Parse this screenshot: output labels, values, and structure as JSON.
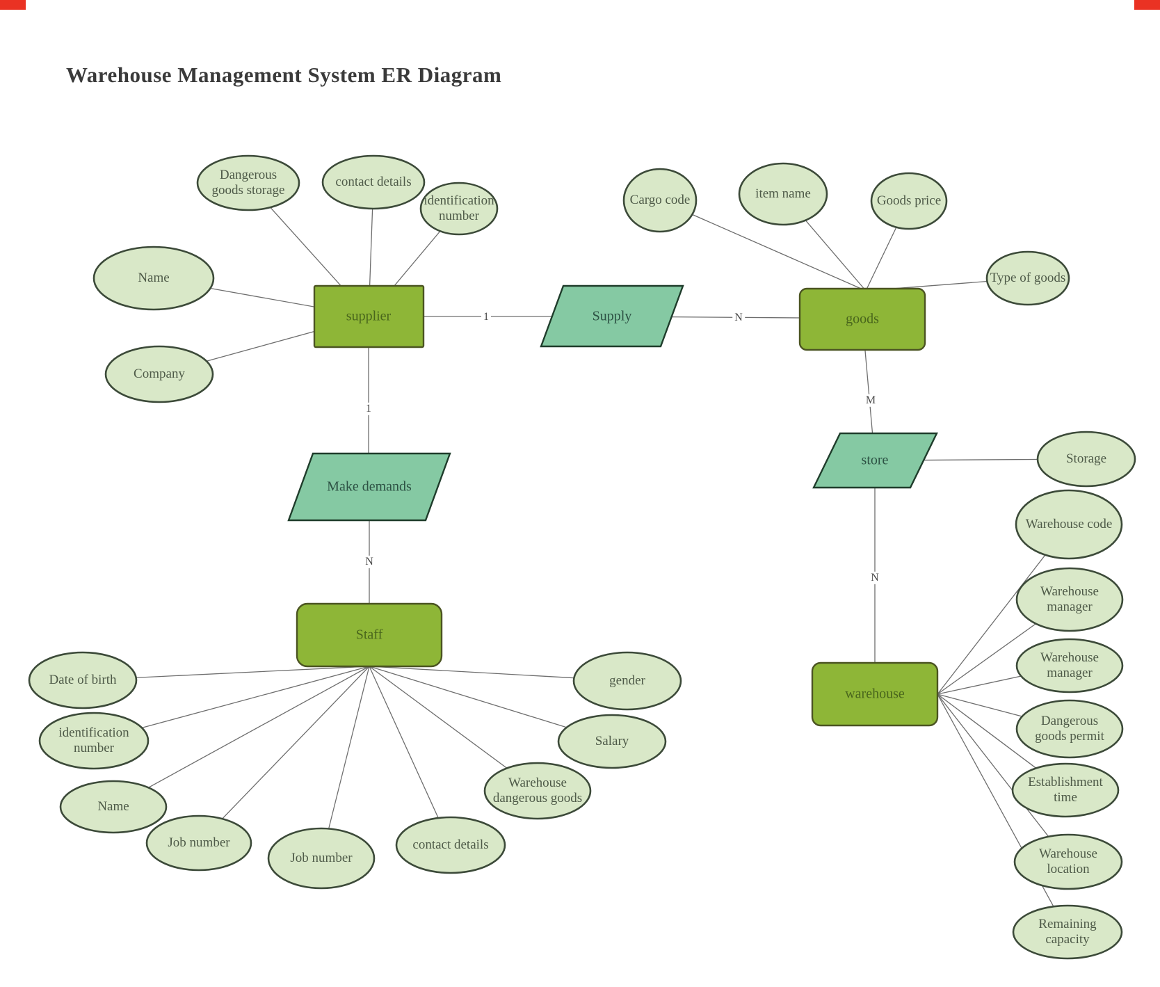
{
  "title": "Warehouse Management System ER Diagram",
  "entities": {
    "supplier": {
      "label": "supplier"
    },
    "goods": {
      "label": "goods"
    },
    "staff": {
      "label": "Staff"
    },
    "warehouse": {
      "label": "warehouse"
    }
  },
  "relationships": {
    "supply": {
      "label": "Supply",
      "left_cardinality": "1",
      "right_cardinality": "N"
    },
    "make_demands": {
      "label": "Make demands",
      "top_cardinality": "1",
      "bottom_cardinality": "N"
    },
    "store": {
      "label": "store",
      "top_cardinality": "M",
      "bottom_cardinality": "N"
    }
  },
  "attributes": {
    "supplier": [
      {
        "label": "Dangerous goods storage"
      },
      {
        "label": "contact details"
      },
      {
        "label": "identification number"
      },
      {
        "label": "Name"
      },
      {
        "label": "Company"
      }
    ],
    "goods": [
      {
        "label": "Cargo code"
      },
      {
        "label": "item name"
      },
      {
        "label": "Goods price"
      },
      {
        "label": "Type of goods"
      }
    ],
    "store": [
      {
        "label": "Storage"
      }
    ],
    "staff": [
      {
        "label": "Date of birth"
      },
      {
        "label": "identification number"
      },
      {
        "label": "Name"
      },
      {
        "label": "Job number"
      },
      {
        "label": "Job number"
      },
      {
        "label": "contact details"
      },
      {
        "label": "Warehouse dangerous goods"
      },
      {
        "label": "Salary"
      },
      {
        "label": "gender"
      }
    ],
    "warehouse": [
      {
        "label": "Warehouse code"
      },
      {
        "label": "Warehouse manager"
      },
      {
        "label": "Warehouse manager"
      },
      {
        "label": "Dangerous goods permit"
      },
      {
        "label": "Establishment time"
      },
      {
        "label": "Warehouse location"
      },
      {
        "label": "Remaining capacity"
      }
    ]
  },
  "colors": {
    "entity_fill": "#8eb637",
    "entity_border": "#4b5422",
    "entity_text": "#49661c",
    "relationship_fill": "#85c9a3",
    "relationship_border": "#1f3c2b",
    "relationship_text": "#2d5244",
    "attribute_fill": "#d9e8c8",
    "attribute_border": "#3c4a39",
    "attribute_text": "#4e5a48",
    "connector": "#6e6e6e",
    "cardinality_text": "#4a4a4a",
    "title_text": "#3a3a3a",
    "marker_red": "#ea3223"
  }
}
